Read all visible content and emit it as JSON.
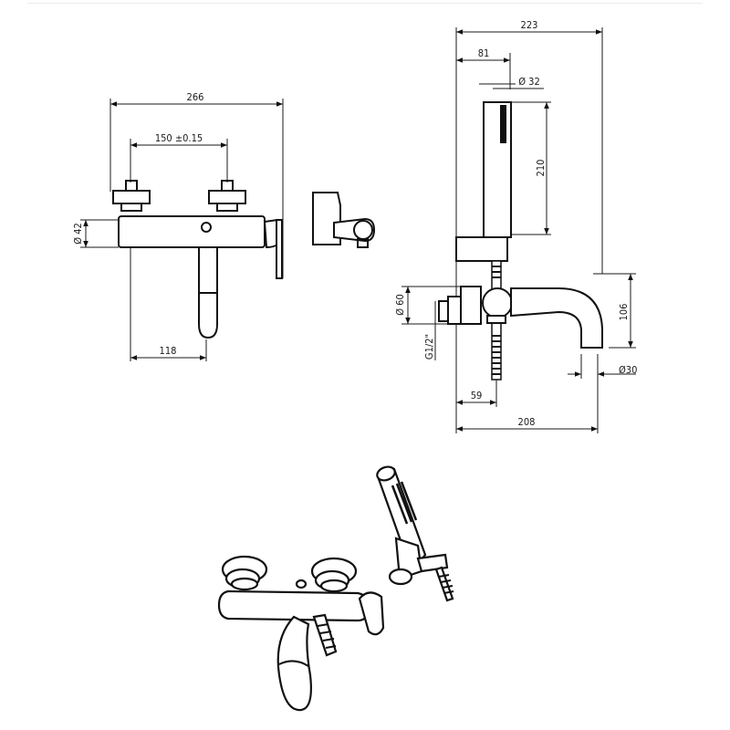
{
  "front_view": {
    "dim_overall_width": "266",
    "dim_inlet_spacing": "150 ±0.15",
    "dim_body_diameter": "Ø 42",
    "dim_spout_offset": "118"
  },
  "side_view": {
    "dim_overall_width": "223",
    "dim_handshower_offset": "81",
    "dim_handshower_diameter": "Ø 32",
    "dim_handshower_length": "210",
    "dim_flange_diameter": "Ø 60",
    "dim_inlet_thread": "G1/2\"",
    "dim_spout_height": "106",
    "dim_spout_diameter": "Ø30",
    "dim_hose_offset": "59",
    "dim_spout_projection": "208"
  }
}
